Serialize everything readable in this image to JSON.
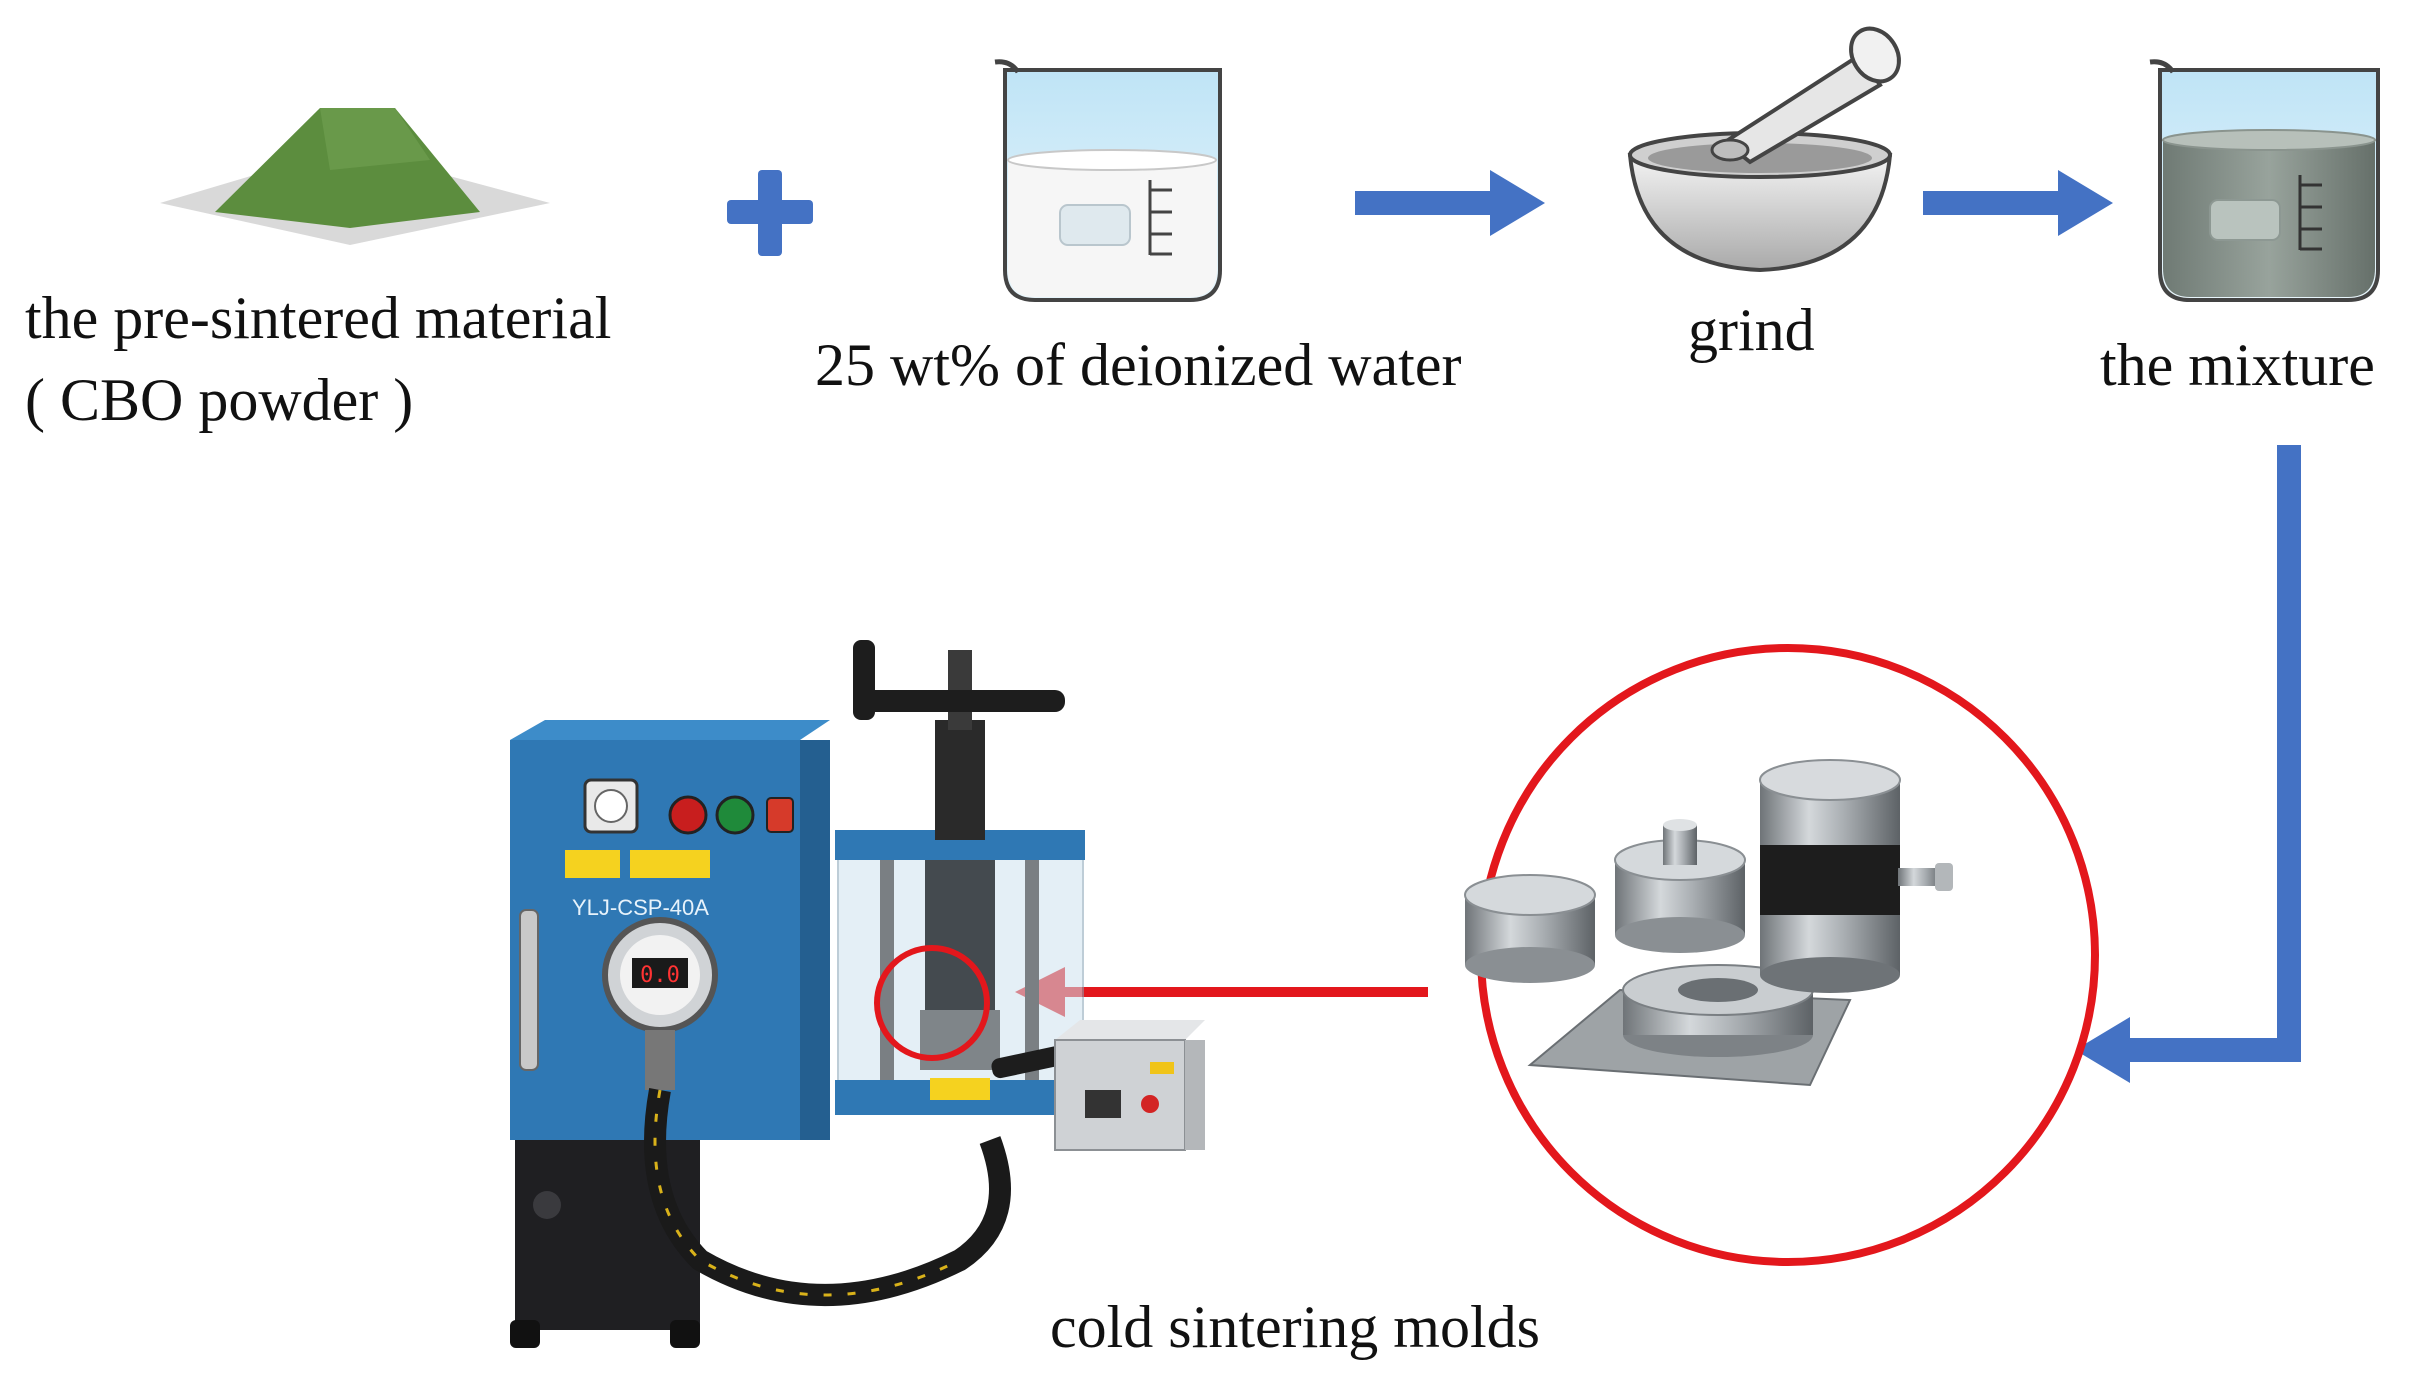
{
  "labels": {
    "powder_line1": "the pre-sintered material",
    "powder_line2": "( CBO powder )",
    "water": "25 wt% of deionized water",
    "grind": "grind",
    "mixture": "the mixture",
    "molds": "cold sintering molds"
  },
  "machine": {
    "model_plate": "YLJ-CSP-40A",
    "gauge_readout": "0.0"
  },
  "colors": {
    "flow_arrow": "#4472c4",
    "highlight_arrow": "#e3171c",
    "powder": "#5c8d3e",
    "machine_body": "#2f78b4"
  }
}
